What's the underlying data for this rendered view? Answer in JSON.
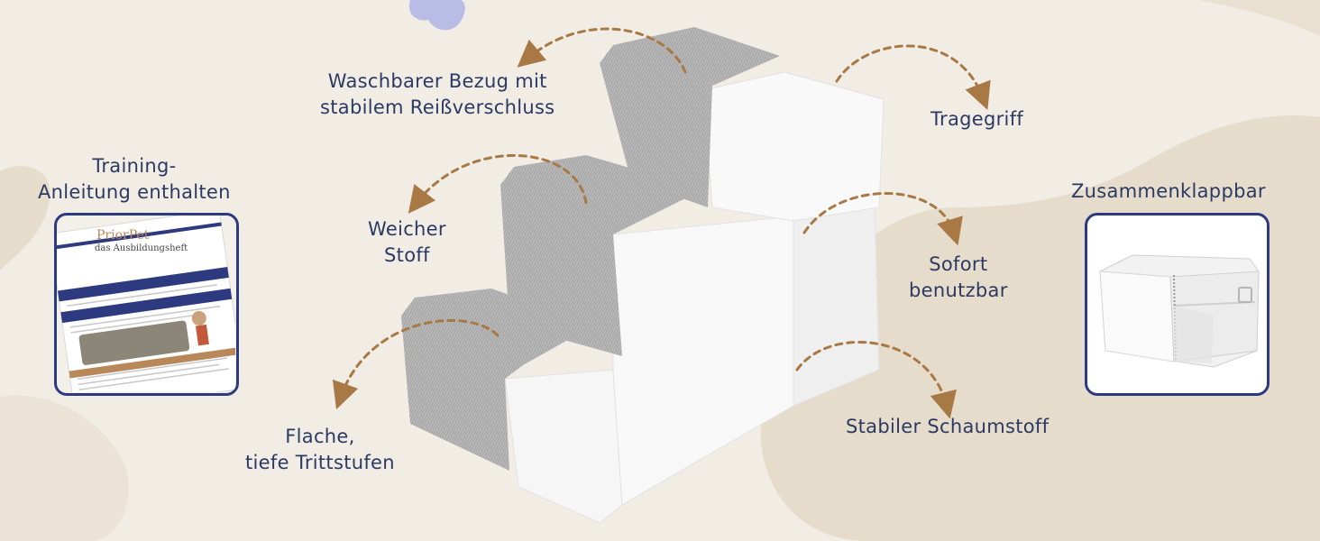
{
  "labels": {
    "washable_cover": [
      "Waschbarer Bezug mit",
      "stabilem Reißverschluss"
    ],
    "carry_handle": "Tragegriff",
    "training": [
      "Training-",
      "Anleitung enthalten"
    ],
    "soft_fabric": [
      "Weicher",
      "Stoff"
    ],
    "foldable": "Zusammenklappbar",
    "ready_to_use": [
      "Sofort",
      "benutzbar"
    ],
    "stable_foam": "Stabiler Schaumstoff",
    "flat_steps": [
      "Flache,",
      "tiefe Trittstufen"
    ]
  },
  "booklet": {
    "brand": "PriorPet",
    "subtitle": "das Ausbildungsheft"
  },
  "colors": {
    "background": "#f1ece4",
    "blob": "#e6dccb",
    "text": "#2c3a63",
    "frame": "#2e3a80",
    "arrow": "#a87945",
    "fur": "#a9a9a9",
    "foam": "#f6f6f6"
  }
}
